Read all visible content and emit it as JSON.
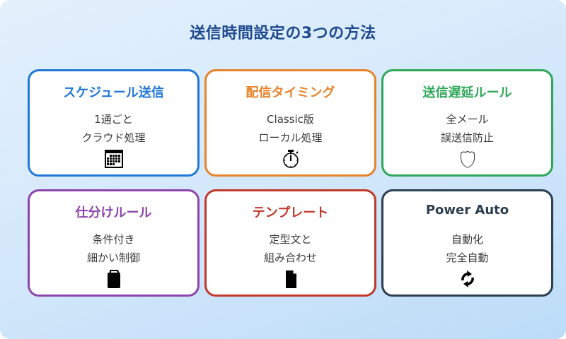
{
  "title": "送信時間設定の3つの方法",
  "colors": {
    "title": "#1e4a8e",
    "schedule": "#2178d6",
    "timing": "#e8832a",
    "delay": "#2fa85a",
    "rules": "#8e44ad",
    "template": "#c0392b",
    "power": "#2c3e50"
  },
  "cards": [
    {
      "id": "schedule",
      "title": "スケジュール送信",
      "lines": [
        "1通ごと",
        "クラウド処理"
      ],
      "icon": "calendar-icon"
    },
    {
      "id": "timing",
      "title": "配信タイミング",
      "lines": [
        "Classic版",
        "ローカル処理"
      ],
      "icon": "stopwatch-icon"
    },
    {
      "id": "delay",
      "title": "送信遅延ルール",
      "lines": [
        "全メール",
        "誤送信防止"
      ],
      "icon": "shield-icon"
    },
    {
      "id": "rules",
      "title": "仕分けルール",
      "lines": [
        "条件付き",
        "細かい制御"
      ],
      "icon": "clipboard-icon"
    },
    {
      "id": "template",
      "title": "テンプレート",
      "lines": [
        "定型文と",
        "組み合わせ"
      ],
      "icon": "document-icon"
    },
    {
      "id": "power",
      "title": "Power Auto",
      "lines": [
        "自動化",
        "完全自動"
      ],
      "icon": "sync-icon"
    }
  ]
}
